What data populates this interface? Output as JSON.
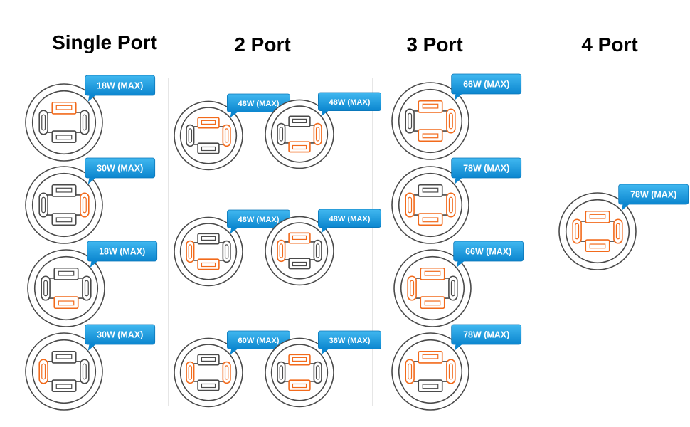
{
  "colors": {
    "accent": "#f26a1b",
    "outline": "#4a4a4a",
    "badge_top": "#41b8f0",
    "badge_bottom": "#0b86cf",
    "badge_text": "#ffffff"
  },
  "columns": [
    {
      "title": "Single Port",
      "chargers": [
        {
          "label": "18W (MAX)",
          "active_ports": [
            "top-usb"
          ]
        },
        {
          "label": "30W (MAX)",
          "active_ports": [
            "right-typec"
          ]
        },
        {
          "label": "18W (MAX)",
          "active_ports": [
            "bottom-usb"
          ]
        },
        {
          "label": "30W (MAX)",
          "active_ports": [
            "left-typec"
          ]
        }
      ]
    },
    {
      "title": "2 Port",
      "chargers": [
        {
          "label": "48W (MAX)",
          "active_ports": [
            "top-usb",
            "right-typec"
          ]
        },
        {
          "label": "48W (MAX)",
          "active_ports": [
            "bottom-usb",
            "right-typec"
          ]
        },
        {
          "label": "48W (MAX)",
          "active_ports": [
            "bottom-usb",
            "left-typec"
          ]
        },
        {
          "label": "48W (MAX)",
          "active_ports": [
            "top-usb",
            "left-typec"
          ]
        },
        {
          "label": "60W (MAX)",
          "active_ports": [
            "left-typec",
            "right-typec"
          ]
        },
        {
          "label": "36W (MAX)",
          "active_ports": [
            "top-usb",
            "bottom-usb"
          ]
        }
      ]
    },
    {
      "title": "3 Port",
      "chargers": [
        {
          "label": "66W (MAX)",
          "active_ports": [
            "top-usb",
            "bottom-usb",
            "right-typec"
          ]
        },
        {
          "label": "78W (MAX)",
          "active_ports": [
            "left-typec",
            "right-typec",
            "bottom-usb"
          ]
        },
        {
          "label": "66W (MAX)",
          "active_ports": [
            "top-usb",
            "bottom-usb",
            "left-typec"
          ]
        },
        {
          "label": "78W (MAX)",
          "active_ports": [
            "left-typec",
            "right-typec",
            "top-usb"
          ]
        }
      ]
    },
    {
      "title": "4 Port",
      "chargers": [
        {
          "label": "78W (MAX)",
          "active_ports": [
            "top-usb",
            "bottom-usb",
            "left-typec",
            "right-typec"
          ]
        }
      ]
    }
  ]
}
